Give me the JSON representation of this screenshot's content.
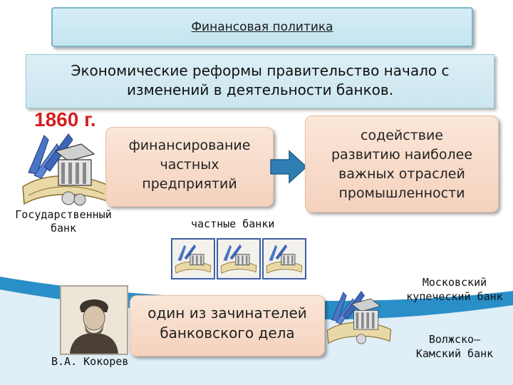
{
  "title": "Финансовая политика",
  "intro": "Экономические реформы правительство начало с изменений в деятельности банков.",
  "year": "1860 г.",
  "state_bank": {
    "label_line1": "Государственный",
    "label_line2": "банк"
  },
  "financing": {
    "line1": "финансирование",
    "line2": "частных",
    "line3": "предприятий"
  },
  "support": {
    "line1": "содействие",
    "line2": "развитию наиболее",
    "line3": "важных отраслей",
    "line4": "промышленности"
  },
  "private_banks": "частные банки",
  "founder": {
    "line1": "один из зачинателей",
    "line2": "банковского дела"
  },
  "person": "В.А. Кокорев",
  "moscow_bank": {
    "line1": "Московский",
    "line2": "купеческий банк"
  },
  "volga_bank": {
    "line1": "Волжско–",
    "line2": "Камский банк"
  },
  "icons": [
    "bank-building-icon",
    "arrow-right-icon",
    "portrait-image"
  ],
  "colors": {
    "year_red": "#d42020",
    "title_blue": "#c3e4ef",
    "box_peach": "#f4d2bd",
    "arrow_blue": "#2f7fb5",
    "wave_blue": "#2a8fc8"
  }
}
